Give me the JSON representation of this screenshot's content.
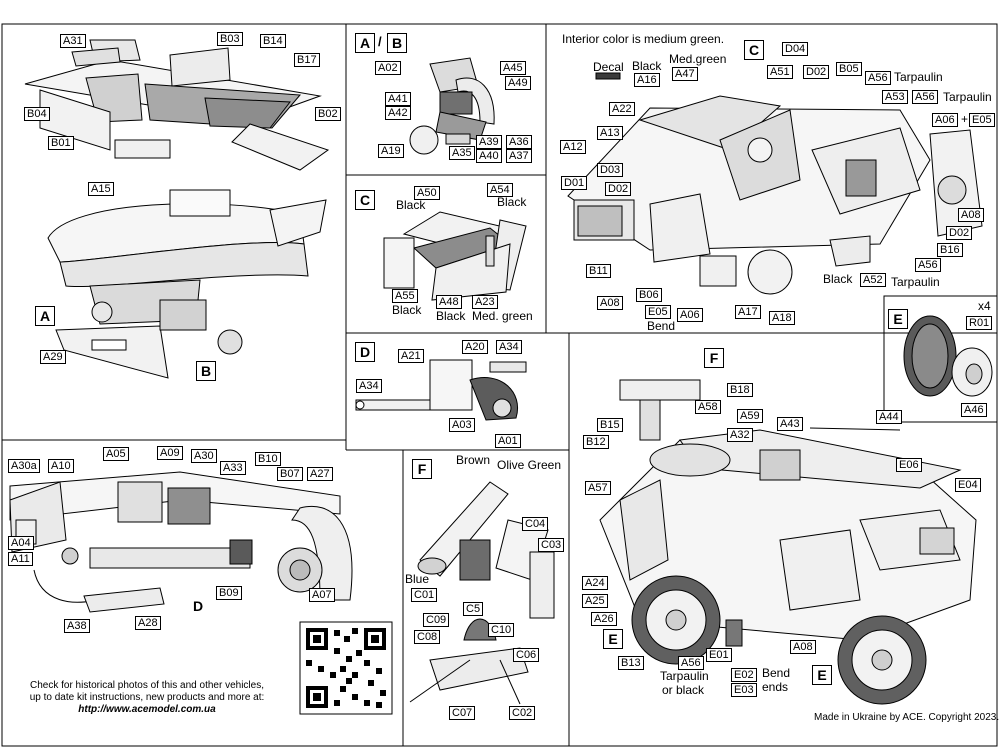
{
  "panel_tags": {
    "a": "A",
    "slash": "/",
    "b": "B",
    "c": "C",
    "d": "D",
    "f": "F",
    "e": "E",
    "c2": "C",
    "f2": "F",
    "e2": "E"
  },
  "notes": {
    "interior": "Interior color is medium green.",
    "check_line1": "Check for historical photos of this and  other vehicles,",
    "check_line2": "up to date kit instructions, new products and more at:",
    "url": "http://www.acemodel.com.ua",
    "copyright": "Made in Ukraine by ACE. Copyright 2023.",
    "x4": "x4"
  },
  "panel1": [
    "A31",
    "B03",
    "B14",
    "B17",
    "B04",
    "B01",
    "B02"
  ],
  "panel2": [
    "A15",
    "A29"
  ],
  "panel2_callouts": [
    "A",
    "B"
  ],
  "panel3": [
    "A30a",
    "A10",
    "A05",
    "A09",
    "A30",
    "A33",
    "B10",
    "B07",
    "A27",
    "A04",
    "A11",
    "B09",
    "A07",
    "A38",
    "A28"
  ],
  "panel3_callouts": [
    "D"
  ],
  "panelAB": [
    "A02",
    "A45",
    "A49",
    "A41",
    "A42",
    "A19",
    "A35",
    "A39",
    "A36",
    "A40",
    "A37"
  ],
  "panelC": {
    "labels": [
      "A50",
      "A54",
      "A55",
      "A48",
      "A23"
    ],
    "black1": "Black",
    "black2": "Black",
    "black3": "Black",
    "black4": "Black",
    "medgreen": "Med. green"
  },
  "panelD": [
    "A21",
    "A20",
    "A34",
    "A34",
    "A03",
    "A01"
  ],
  "panelF": {
    "labels": [
      "C04",
      "C03",
      "C01",
      "C5",
      "C10",
      "C09",
      "C08",
      "C06",
      "C07",
      "C02"
    ],
    "brown": "Brown",
    "olive": "Olive Green",
    "blue": "Blue"
  },
  "panelCint": {
    "labels": [
      "D04",
      "A51",
      "D02",
      "B05",
      "A56",
      "A53",
      "A56",
      "A47",
      "A16",
      "A22",
      "A13",
      "A12",
      "D03",
      "D01",
      "D02",
      "A06",
      "E05",
      "A08",
      "D02",
      "B16",
      "A56",
      "B11",
      "A08",
      "B06",
      "E05",
      "A06",
      "A17",
      "A18",
      "A52"
    ],
    "decal": "Decal",
    "black": "Black",
    "medgreen": "Med.green",
    "tarp1": "Tarpaulin",
    "tarp2": "Tarpaulin",
    "tarp3": "Tarpaulin",
    "black2": "Black",
    "bend": "Bend",
    "plus": "+"
  },
  "panelE": [
    "R01",
    "A46"
  ],
  "panelMain": {
    "labels": [
      "B18",
      "A58",
      "B15",
      "A59",
      "A43",
      "A44",
      "B12",
      "A32",
      "E06",
      "A57",
      "E04",
      "A24",
      "A25",
      "A26",
      "A08",
      "B13",
      "A56",
      "E01",
      "E02",
      "E03"
    ],
    "tarp_or_black1": "Tarpaulin",
    "tarp_or_black2": "or black",
    "bend1": "Bend",
    "bend2": "ends"
  }
}
